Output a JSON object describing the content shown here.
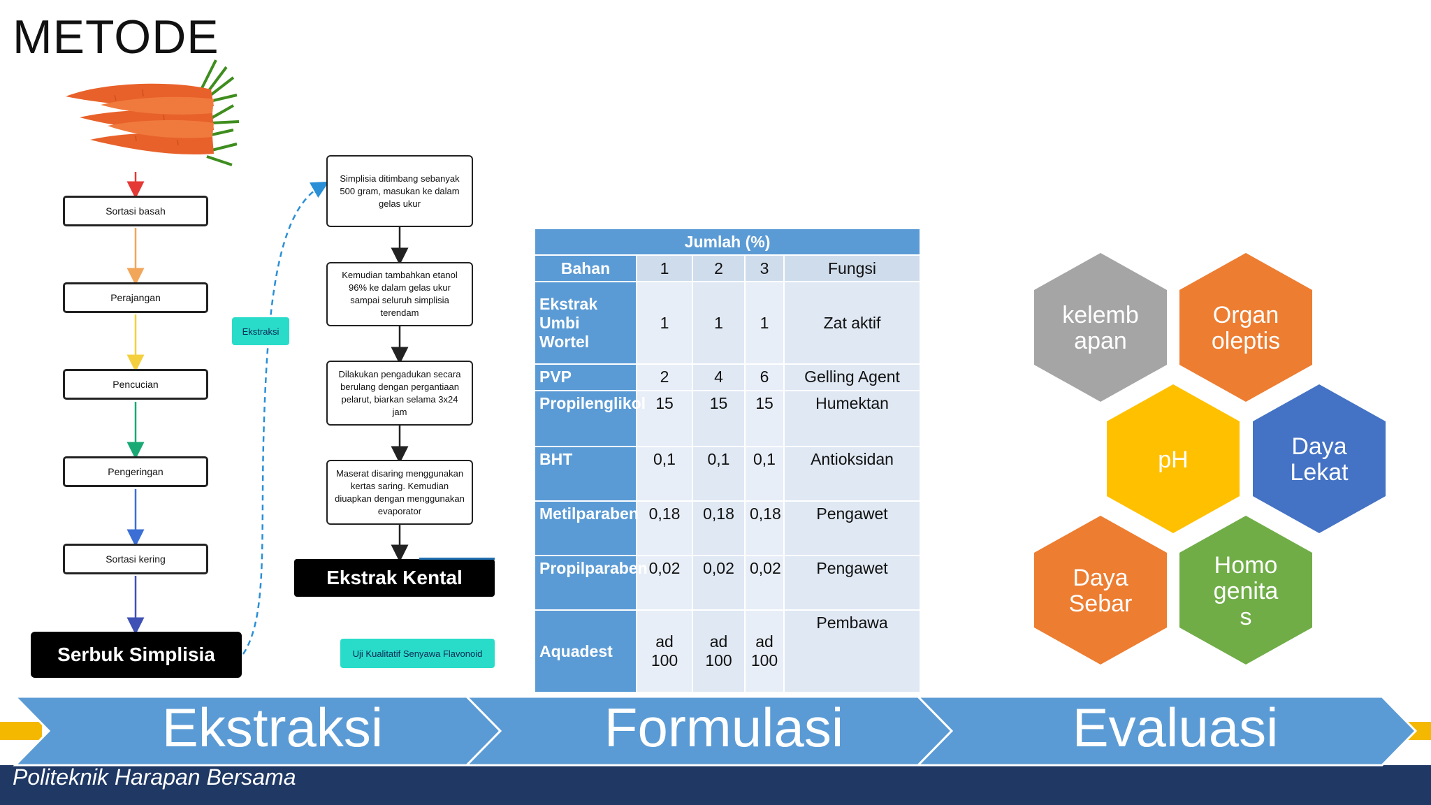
{
  "title": "METODE",
  "image": {
    "name": "carrot-image"
  },
  "flow_left": {
    "steps": [
      "Sortasi basah",
      "Perajangan",
      "Pencucian",
      "Pengeringan",
      "Sortasi kering"
    ],
    "result": "Serbuk Simplisia",
    "arrow_colors": [
      "#e53935",
      "#f2a65a",
      "#f4d03f",
      "#19a974",
      "#3b6fd6",
      "#3f51b5"
    ]
  },
  "ekstraksi_tag": "Ekstraksi",
  "flow_right": {
    "steps": [
      "Simplisia ditimbang sebanyak 500 gram, masukan ke dalam gelas ukur",
      "Kemudian tambahkan etanol 96% ke dalam gelas ukur sampai seluruh simplisia terendam",
      "Dilakukan pengadukan secara berulang dengan pergantiaan pelarut, biarkan selama 3x24 jam",
      "Maserat disaring menggunakan kertas saring. Kemudian diuapkan dengan menggunakan evaporator"
    ],
    "result": "Ekstrak Kental"
  },
  "uji_tag": "Uji Kualitatif Senyawa Flavonoid",
  "table": {
    "title": "Jumlah (%)",
    "headers": [
      "Bahan",
      "1",
      "2",
      "3",
      "Fungsi"
    ],
    "rows": [
      [
        "Ekstrak Umbi Wortel",
        "1",
        "1",
        "1",
        "Zat aktif"
      ],
      [
        "PVP",
        "2",
        "4",
        "6",
        "Gelling Agent"
      ],
      [
        "Propilenglikol",
        "15",
        "15",
        "15",
        "Humektan"
      ],
      [
        "BHT",
        "0,1",
        "0,1",
        "0,1",
        "Antioksidan"
      ],
      [
        "Metilparaben",
        "0,18",
        "0,18",
        "0,18",
        "Pengawet"
      ],
      [
        "Propilparaben",
        "0,02",
        "0,02",
        "0,02",
        "Pengawet"
      ],
      [
        "Aquadest",
        "ad 100",
        "ad 100",
        "ad 100",
        "Pembawa"
      ]
    ]
  },
  "hexagons": [
    {
      "label": "kelembapan",
      "color": "#a5a5a5"
    },
    {
      "label": "Organoleptis",
      "color": "#ed7d31"
    },
    {
      "label": "pH",
      "color": "#ffc000"
    },
    {
      "label": "Daya Lekat",
      "color": "#4472c4"
    },
    {
      "label": "Daya Sebar",
      "color": "#ed7d31"
    },
    {
      "label": "Homogenitas",
      "color": "#70ad47"
    }
  ],
  "stages": [
    "Ekstraksi",
    "Formulasi",
    "Evaluasi"
  ],
  "footer": "Politeknik Harapan Bersama",
  "colors": {
    "chevron": "#5b9bd5",
    "footer_bar": "#1f3864",
    "accent_gold": "#f5b800",
    "tag": "#29dcc9"
  }
}
